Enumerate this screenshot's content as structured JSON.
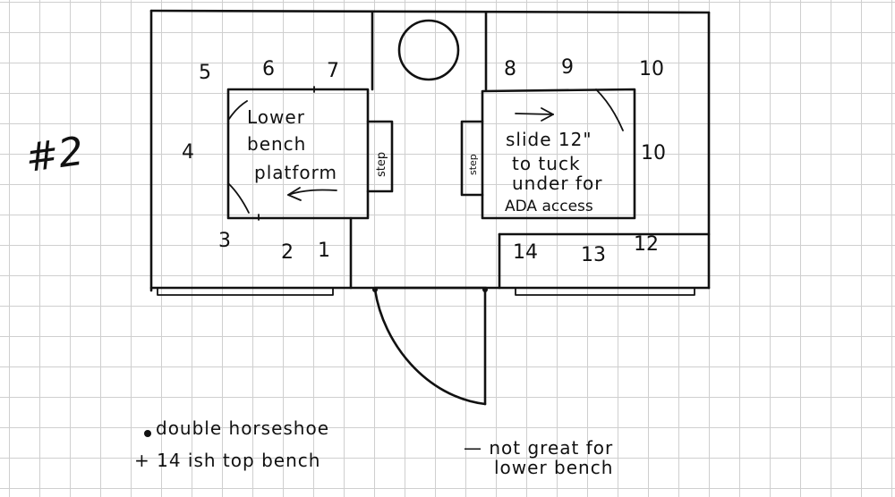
{
  "heading": "#2",
  "seat_numbers": {
    "s5": "5",
    "s6": "6",
    "s7": "7",
    "s8": "8",
    "s9": "9",
    "s10a": "10",
    "s10b": "10",
    "s4": "4",
    "s3": "3",
    "s2": "2",
    "s1": "1",
    "s14": "14",
    "s13": "13",
    "s12": "12"
  },
  "left_platform": {
    "line1": "Lower",
    "line2": "bench",
    "line3": "platform"
  },
  "left_step": "step",
  "right_step": "step",
  "right_platform": {
    "line1": "slide 12\"",
    "line2": "to tuck",
    "line3": "under for",
    "line4": "ADA access"
  },
  "notes": {
    "bullet1": "double horseshoe",
    "bullet2": "+ 14 ish top bench",
    "minus_line1": "— not  great for",
    "minus_line2": "lower   bench"
  }
}
